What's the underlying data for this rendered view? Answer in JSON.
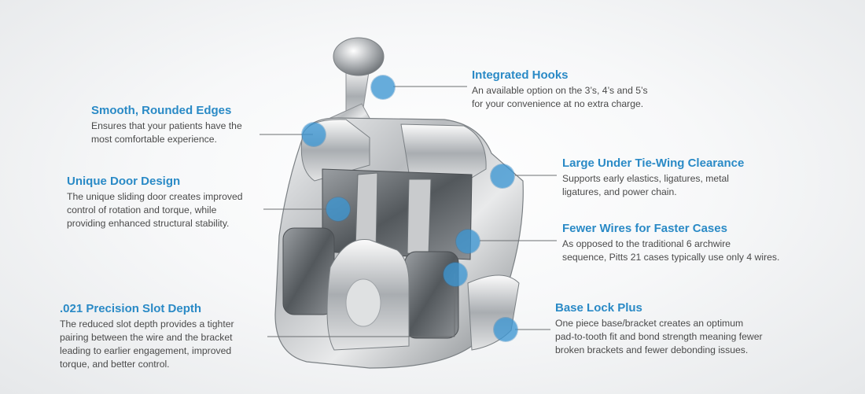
{
  "accent_color": "#2a8ac6",
  "marker_color": "#3c96d2",
  "product_image": "self-ligating-bracket",
  "callouts": {
    "smooth": {
      "title": "Smooth, Rounded Edges",
      "lines": [
        "Ensures that your patients have the",
        "most comfortable experience."
      ]
    },
    "door": {
      "title": "Unique Door Design",
      "lines": [
        "The unique sliding door creates improved",
        "control of rotation and torque, while",
        "providing enhanced structural stability."
      ]
    },
    "slot": {
      "title": ".021 Precision Slot Depth",
      "lines": [
        "The reduced slot depth provides a tighter",
        "pairing between the wire and the bracket",
        "leading to earlier engagement, improved",
        "torque, and better control."
      ]
    },
    "hooks": {
      "title": "Integrated Hooks",
      "lines": [
        "An available option on the 3’s, 4’s and 5’s",
        "for your convenience at no extra charge."
      ]
    },
    "tiewing": {
      "title": "Large Under Tie-Wing Clearance",
      "lines": [
        "Supports early elastics, ligatures, metal",
        "ligatures, and power chain."
      ]
    },
    "wires": {
      "title": "Fewer Wires for Faster Cases",
      "lines": [
        "As opposed to the traditional 6 archwire",
        "sequence, Pitts 21 cases typically use only 4 wires."
      ]
    },
    "base": {
      "title": "Base Lock Plus",
      "lines": [
        "One piece base/bracket creates an optimum",
        "pad-to-tooth fit and bond strength meaning fewer",
        "broken brackets and fewer debonding issues."
      ]
    }
  }
}
